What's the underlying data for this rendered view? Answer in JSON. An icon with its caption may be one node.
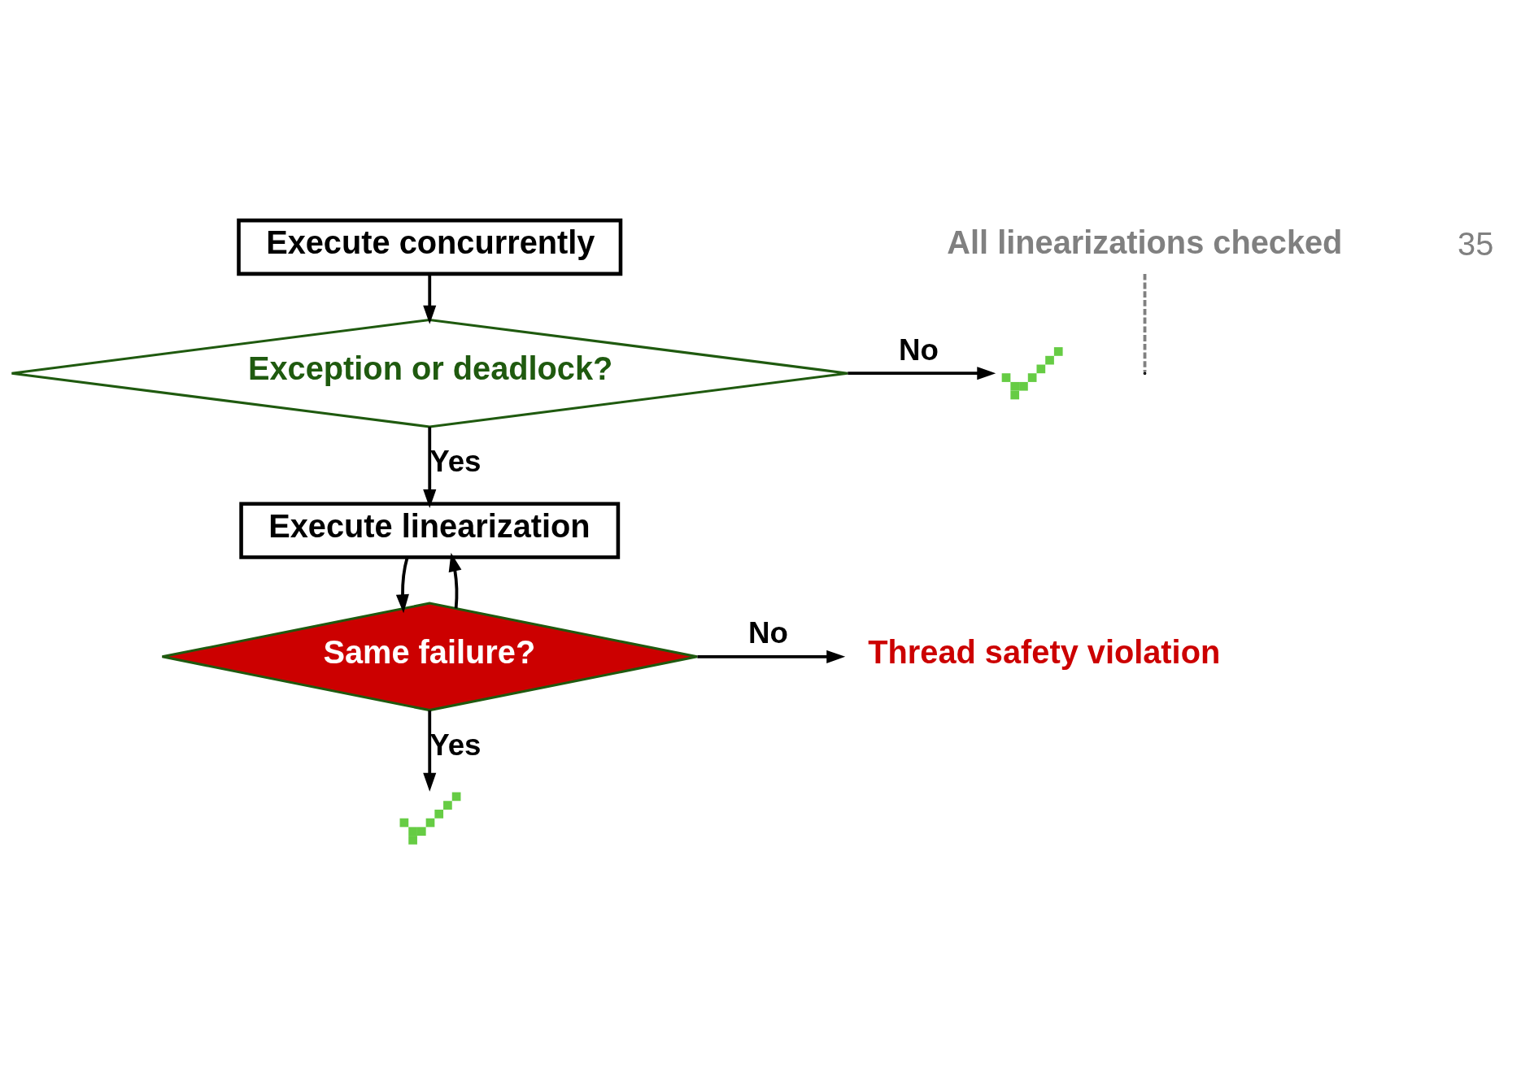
{
  "diagram": {
    "nodes": [
      {
        "text": [
          "Execute concurrently"
        ]
      },
      {
        "text": [
          "Exception or deadlock?"
        ]
      },
      {
        "text": [],
        "shape": "checkmark"
      },
      {
        "text": [
          "Execute linearization"
        ]
      },
      {
        "text": [
          "Same failure?"
        ]
      },
      {
        "text": [
          "Thread safety violation"
        ]
      },
      {
        "text": [],
        "shape": "checkmark"
      },
      {
        "text": [
          "All linearizations checked"
        ]
      }
    ],
    "edges": [
      {
        "from": 0,
        "to": 1,
        "arrow": "to"
      },
      {
        "from": 1,
        "to": 2,
        "arrow": "to",
        "label": "No"
      },
      {
        "from": 1,
        "to": 3,
        "arrow": "to",
        "label": "Yes"
      },
      {
        "from": 3,
        "to": 4,
        "arrow": "to"
      },
      {
        "from": 4,
        "to": 5,
        "arrow": "to",
        "label": "No"
      },
      {
        "from": 4,
        "to": 3,
        "arrow": "to"
      },
      {
        "from": 4,
        "to": 6,
        "arrow": "to",
        "label": "Yes"
      },
      {
        "from": 7,
        "to": null,
        "arrow": "none",
        "style": "dashed",
        "color": "#808080"
      }
    ],
    "labels": [
      "35"
    ]
  }
}
